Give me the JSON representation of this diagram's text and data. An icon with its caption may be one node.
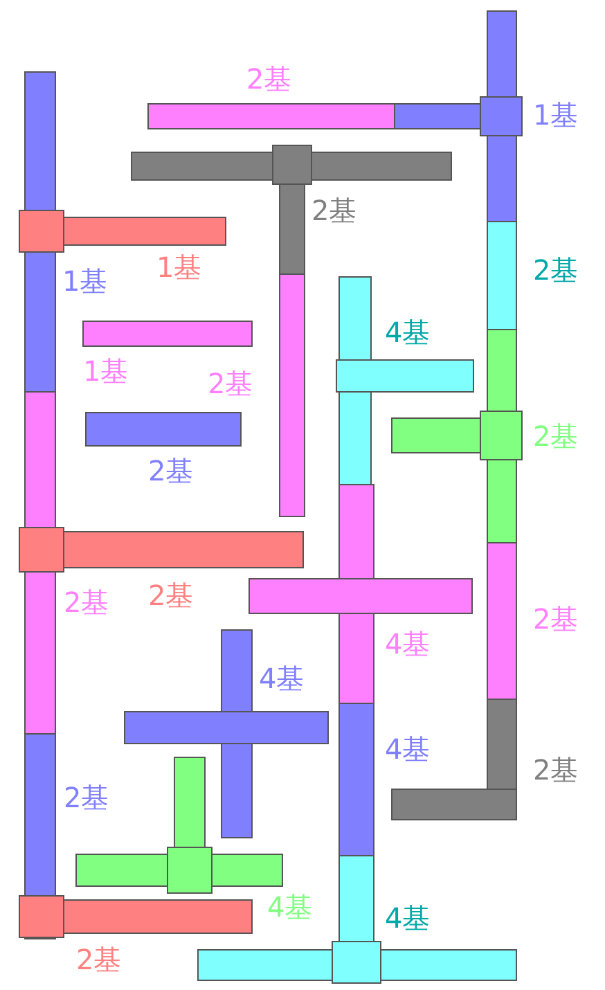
{
  "diagram": {
    "labels": [
      "2基",
      "1基",
      "2基",
      "1基",
      "2基",
      "1基",
      "4基",
      "1基",
      "2基",
      "2基",
      "2基",
      "2基",
      "2基",
      "2基",
      "4基",
      "4基",
      "4基",
      "2基",
      "2基",
      "4基",
      "4基",
      "2基"
    ]
  }
}
